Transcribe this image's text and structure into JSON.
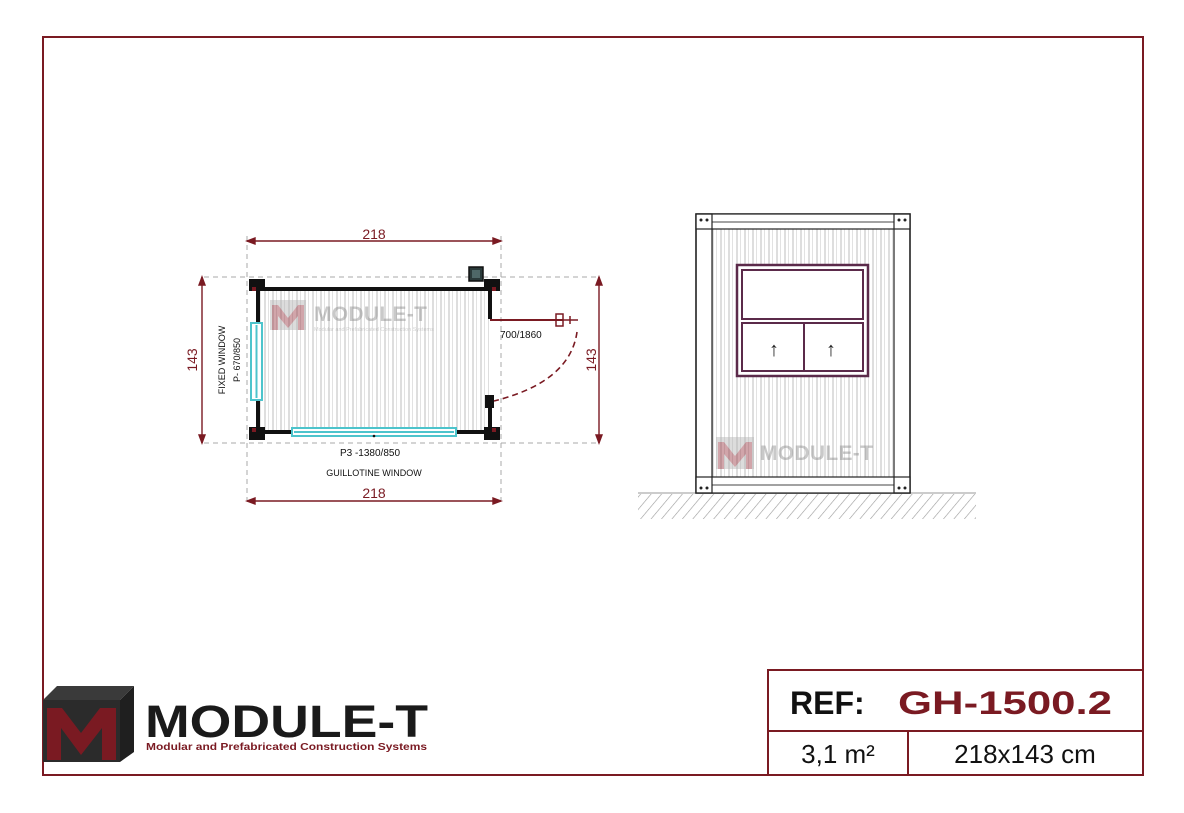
{
  "colors": {
    "maroon": "#7a1a22",
    "glass": "#4dc4cc",
    "window_frame": "#5b2a4a",
    "wall": "#111111",
    "grey_logo": "#2b2b2b"
  },
  "plan": {
    "width_top": "218",
    "width_bottom": "218",
    "height_left": "143",
    "height_right": "143",
    "fixed_window_title": "FIXED WINDOW",
    "fixed_window_code": "P- 670/850",
    "door_code": "700/1860",
    "guillotine_code": "P3 -1380/850",
    "guillotine_title": "GUILLOTINE WINDOW",
    "watermark_text": "MODULE-T",
    "watermark_sub": "Modular and Prefabricated Construction Systems"
  },
  "elevation": {
    "watermark_text": "MODULE-T",
    "arrow_left": "↑",
    "arrow_right": "↑"
  },
  "brand": {
    "name": "MODULE-T",
    "tagline": "Modular and Prefabricated Construction Systems"
  },
  "title_block": {
    "ref_label": "REF:",
    "ref_value": "GH-1500.2",
    "area": "3,1 m²",
    "dimensions": "218x143 cm"
  }
}
